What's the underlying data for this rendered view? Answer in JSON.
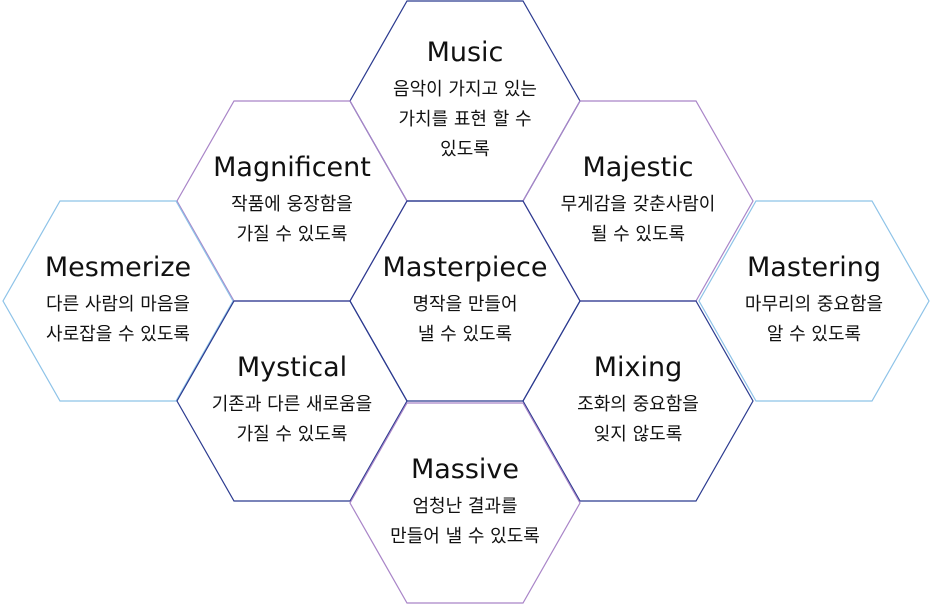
{
  "colors": {
    "dark_blue": "#2b3a8f",
    "purple": "#a985c8",
    "light_blue": "#8ec3e8"
  },
  "hexes": [
    {
      "key": "music",
      "title": "Music",
      "desc": "음악이 가지고 있는\n가치를 표현 할 수\n있도록",
      "stroke": "#2b3a8f"
    },
    {
      "key": "magnificent",
      "title": "Magnificent",
      "desc": "작품에 웅장함을\n가질 수 있도록",
      "stroke": "#a985c8"
    },
    {
      "key": "majestic",
      "title": "Majestic",
      "desc": "무게감을 갖춘사람이\n될 수 있도록",
      "stroke": "#a985c8"
    },
    {
      "key": "mesmerize",
      "title": "Mesmerize",
      "desc": "다른 사람의 마음을\n사로잡을 수 있도록",
      "stroke": "#8ec3e8"
    },
    {
      "key": "masterpiece",
      "title": "Masterpiece",
      "desc": "명작을 만들어\n낼 수 있도록",
      "stroke": "#2b3a8f"
    },
    {
      "key": "mastering",
      "title": "Mastering",
      "desc": "마무리의 중요함을\n알 수 있도록",
      "stroke": "#8ec3e8"
    },
    {
      "key": "mystical",
      "title": "Mystical",
      "desc": "기존과 다른 새로움을\n가질 수 있도록",
      "stroke": "#2b3a8f"
    },
    {
      "key": "mixing",
      "title": "Mixing",
      "desc": "조화의 중요함을\n잊지 않도록",
      "stroke": "#2b3a8f"
    },
    {
      "key": "massive",
      "title": "Massive",
      "desc": "엄청난 결과를\n만들어 낼 수 있도록",
      "stroke": "#a985c8"
    }
  ]
}
